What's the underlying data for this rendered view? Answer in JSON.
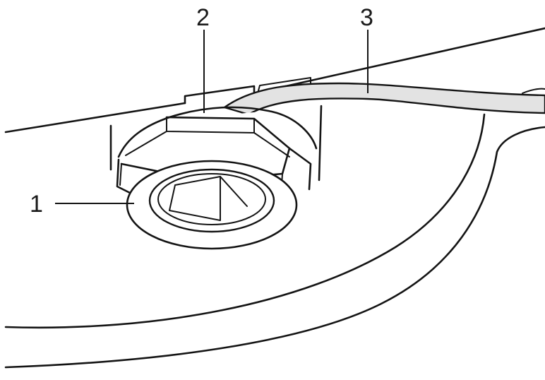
{
  "callouts": [
    {
      "number": "1",
      "target": "fitting"
    },
    {
      "number": "2",
      "target": "nut"
    },
    {
      "number": "3",
      "target": "hose"
    }
  ],
  "colors": {
    "line": "#141414",
    "hose_fill": "#e3e3e3",
    "background": "#ffffff"
  }
}
